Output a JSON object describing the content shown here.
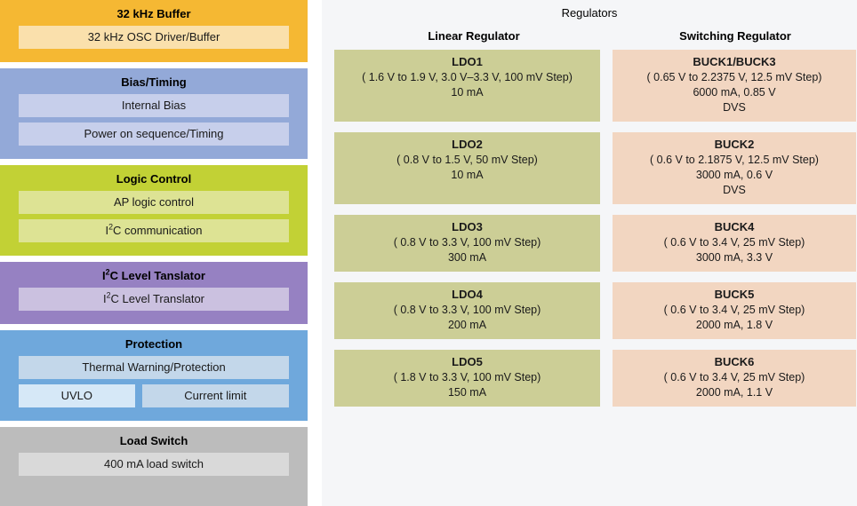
{
  "left_blocks": [
    {
      "title": "32 kHz Buffer",
      "rows": [
        {
          "items": [
            {
              "label": "32 kHz OSC Driver/Buffer"
            }
          ]
        }
      ]
    },
    {
      "title": "Bias/Timing",
      "rows": [
        {
          "items": [
            {
              "label": "Internal Bias"
            }
          ]
        },
        {
          "items": [
            {
              "label": "Power on sequence/Timing"
            }
          ]
        }
      ]
    },
    {
      "title": "Logic Control",
      "rows": [
        {
          "items": [
            {
              "label": "AP logic control"
            }
          ]
        },
        {
          "items": [
            {
              "label": "I²C communication"
            }
          ]
        }
      ]
    },
    {
      "title": "I²C Level Tanslator",
      "rows": [
        {
          "items": [
            {
              "label": "I²C Level Translator"
            }
          ]
        }
      ]
    },
    {
      "title": "Protection",
      "rows": [
        {
          "items": [
            {
              "label": "Thermal Warning/Protection"
            }
          ]
        },
        {
          "items": [
            {
              "label": "UVLO"
            },
            {
              "label": "Current limit"
            }
          ]
        }
      ]
    },
    {
      "title": "Load Switch",
      "rows": [
        {
          "items": [
            {
              "label": "400 mA load switch"
            }
          ]
        }
      ]
    }
  ],
  "right_panel": {
    "title": "Regulators",
    "column_headers": {
      "linear": "Linear Regulator",
      "switching": "Switching Regulator"
    },
    "rows": [
      {
        "linear": {
          "name": "LDO1",
          "lines": [
            "( 1.6 V to 1.9 V, 3.0 V–3.3 V, 100 mV Step)",
            "10 mA"
          ]
        },
        "switching": {
          "name": "BUCK1/BUCK3",
          "lines": [
            "( 0.65 V to 2.2375 V, 12.5 mV Step)",
            "6000 mA, 0.85 V",
            "DVS"
          ]
        }
      },
      {
        "linear": {
          "name": "LDO2",
          "lines": [
            "( 0.8 V to 1.5 V, 50 mV Step)",
            "10 mA"
          ]
        },
        "switching": {
          "name": "BUCK2",
          "lines": [
            "( 0.6 V to 2.1875 V, 12.5 mV Step)",
            "3000 mA, 0.6 V",
            "DVS"
          ]
        }
      },
      {
        "linear": {
          "name": "LDO3",
          "lines": [
            "( 0.8 V to 3.3 V, 100 mV Step)",
            "300 mA"
          ]
        },
        "switching": {
          "name": "BUCK4",
          "lines": [
            "( 0.6 V to 3.4 V, 25 mV Step)",
            "3000 mA, 3.3 V"
          ]
        }
      },
      {
        "linear": {
          "name": "LDO4",
          "lines": [
            "( 0.8 V to 3.3 V, 100 mV Step)",
            "200 mA"
          ]
        },
        "switching": {
          "name": "BUCK5",
          "lines": [
            "( 0.6 V to 3.4 V, 25 mV Step)",
            "2000 mA, 1.8 V"
          ]
        }
      },
      {
        "linear": {
          "name": "LDO5",
          "lines": [
            "( 1.8 V to 3.3 V, 100 mV Step)",
            "150 mA"
          ]
        },
        "switching": {
          "name": "BUCK6",
          "lines": [
            "( 0.6 V to 3.4 V, 25 mV Step)",
            "2000 mA, 1.1 V"
          ]
        }
      }
    ]
  },
  "colors": {
    "buffer": "#f5b833",
    "buffer_chip": "#fae0ac",
    "bias": "#93a9d8",
    "bias_chip": "#c7cfeb",
    "logic": "#c2d135",
    "logic_chip": "#dde394",
    "i2c": "#9681c2",
    "i2c_chip": "#cbc1e0",
    "protection": "#6fa8dc",
    "protection_chip": "#c3d7ea",
    "protection_chip_light": "#d6e8f7",
    "load": "#bcbcbc",
    "load_chip": "#d9d9d9",
    "panel_bg": "#f5f6f8",
    "ldo_box": "#ccce96",
    "buck_box": "#f2d6c1"
  }
}
